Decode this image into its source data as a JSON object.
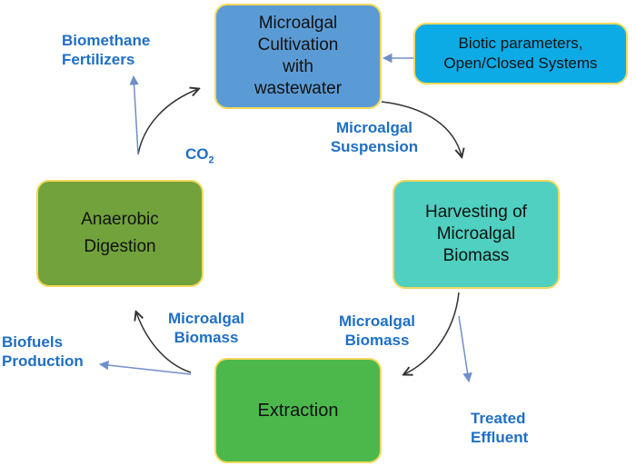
{
  "nodes": {
    "cultivation": {
      "label": "Microalgal\nCultivation\nwith\nwastewater",
      "color": "#5b9bd5"
    },
    "biotic": {
      "label": "Biotic parameters,\nOpen/Closed Systems",
      "color": "#0dabe6"
    },
    "harvesting": {
      "label": "Harvesting of\nMicroalgal\nBiomass",
      "color": "#4fd0c0"
    },
    "extraction": {
      "label": "Extraction",
      "color": "#4cb84c"
    },
    "anaerobic": {
      "label": "Anaerobic\nDigestion",
      "color": "#72a23c"
    }
  },
  "labels": {
    "biomethane": "Biomethane\nFertilizers",
    "co2_main": "CO",
    "co2_sub": "2",
    "suspension": "Microalgal\nSuspension",
    "biomass_right": "Microalgal\nBiomass",
    "biomass_left": "Microalgal\nBiomass",
    "biofuels": "Biofuels\nProduction",
    "effluent": "Treated\nEffluent"
  },
  "colors": {
    "label_blue": "#1f6fc5",
    "cycle_arrow": "#333333",
    "output_arrow": "#6f8fc9",
    "box_border": "#f2d95c"
  }
}
